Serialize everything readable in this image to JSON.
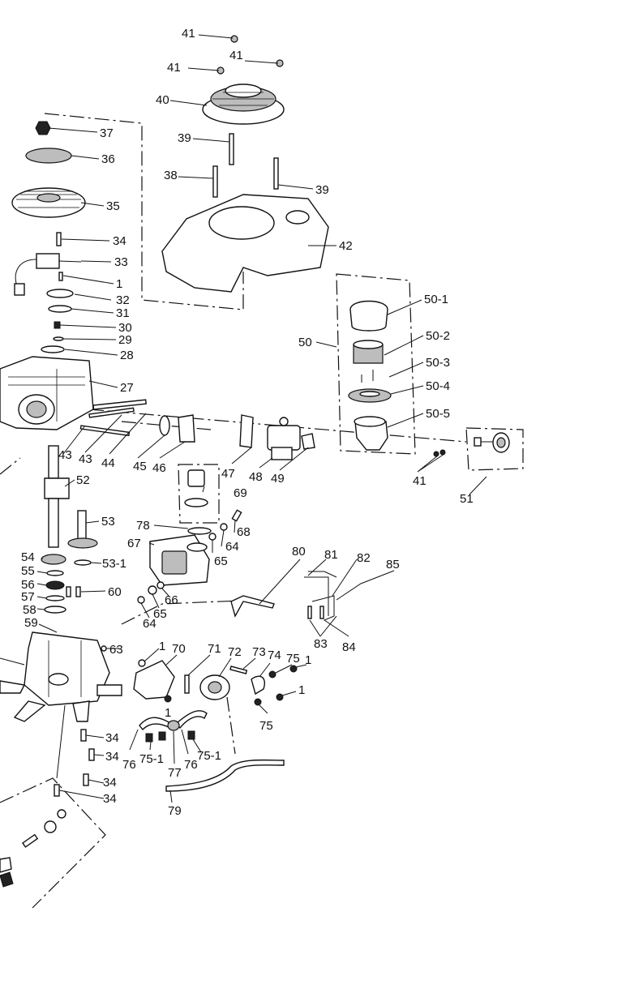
{
  "labels": {
    "p41a": "41",
    "p41b": "41",
    "p41c": "41",
    "p40": "40",
    "p39a": "39",
    "p38": "38",
    "p39b": "39",
    "p37": "37",
    "p36": "36",
    "p35": "35",
    "p34a": "34",
    "p33": "33",
    "p1a": "1",
    "p32": "32",
    "p31": "31",
    "p30": "30",
    "p29": "29",
    "p28": "28",
    "p27": "27",
    "p42": "42",
    "p50_1": "50-1",
    "p50_2": "50-2",
    "p50_3": "50-3",
    "p50_4": "50-4",
    "p50_5": "50-5",
    "p50": "50",
    "p43a": "43",
    "p43b": "43",
    "p44": "44",
    "p45": "45",
    "p46": "46",
    "p47": "47",
    "p48": "48",
    "p49": "49",
    "p41d": "41",
    "p51": "51",
    "p52": "52",
    "p69": "69",
    "p53": "53",
    "p78": "78",
    "p68": "68",
    "p67": "67",
    "p64a": "64",
    "p65a": "65",
    "p54": "54",
    "p53_1": "53-1",
    "p55": "55",
    "p56": "56",
    "p60": "60",
    "p57": "57",
    "p66": "66",
    "p58": "58",
    "p65b": "65",
    "p64b": "64",
    "p59": "59",
    "p80": "80",
    "p81": "81",
    "p82": "82",
    "p85": "85",
    "p83": "83",
    "p84": "84",
    "p63": "63",
    "p1b": "1",
    "p70": "70",
    "p71": "71",
    "p72": "72",
    "p73": "73",
    "p74": "74",
    "p75a": "75",
    "p1c": "1",
    "p1d": "1",
    "p1e": "1",
    "p75b": "75",
    "p34b": "34",
    "p34c": "34",
    "p34d": "34",
    "p34e": "34",
    "p76a": "76",
    "p75_1a": "75-1",
    "p76b": "76",
    "p75_1b": "75-1",
    "p77": "77",
    "p79": "79"
  }
}
